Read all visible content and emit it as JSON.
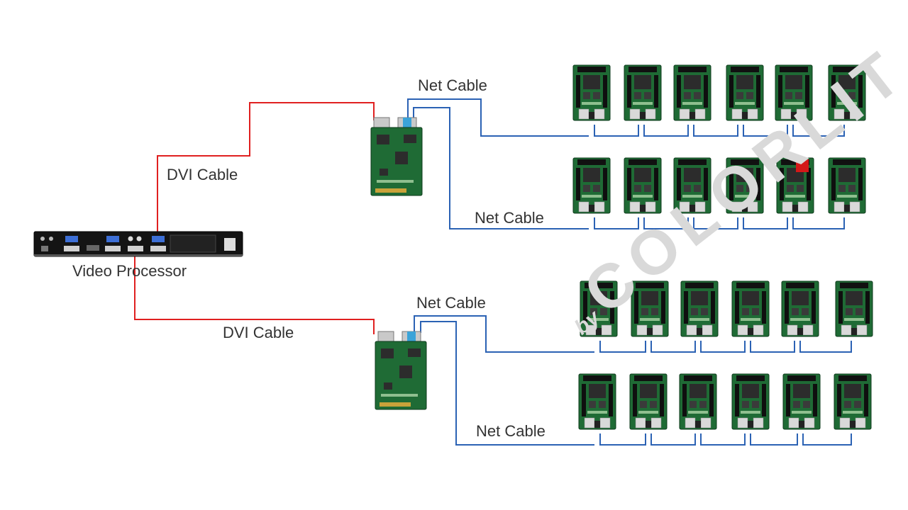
{
  "labels": {
    "dvi_top": "DVI Cable",
    "dvi_bottom": "DVI Cable",
    "video_processor": "Video Processor",
    "net_1": "Net Cable",
    "net_2": "Net Cable",
    "net_3": "Net Cable",
    "net_4": "Net Cable"
  },
  "watermark": {
    "by": "by",
    "brand": "COLORLIT"
  },
  "colors": {
    "dvi_cable": "#e02020",
    "net_cable": "#2b62b4",
    "pcb": "#1f6b35",
    "chassis": "#141414"
  },
  "icons": {
    "video_processor": "video-processor-device",
    "sending_card": "sending-card-pcb",
    "receiving_card": "receiving-card-pcb"
  }
}
